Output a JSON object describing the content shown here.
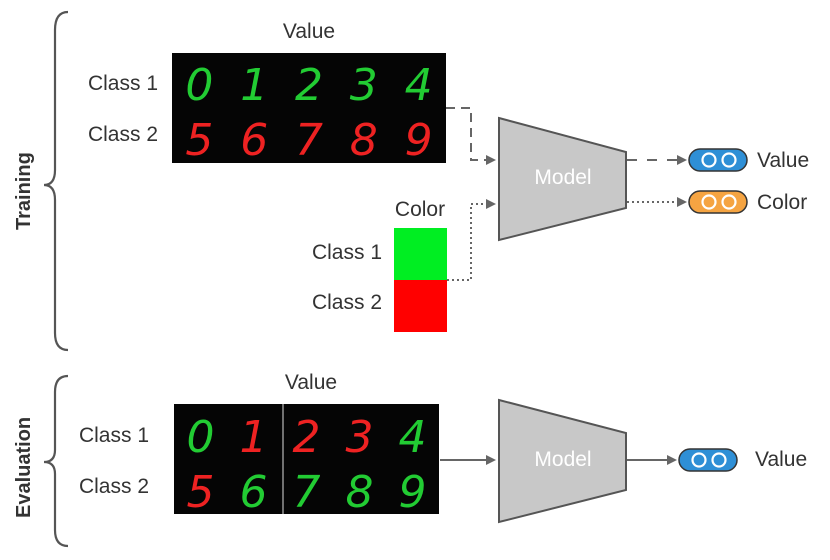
{
  "training": {
    "side_label": "Training",
    "value_header": "Value",
    "value_rows": [
      {
        "label": "Class 1",
        "digits": [
          "0",
          "1",
          "2",
          "3",
          "4"
        ],
        "colors": [
          "green",
          "green",
          "green",
          "green",
          "green"
        ]
      },
      {
        "label": "Class 2",
        "digits": [
          "5",
          "6",
          "7",
          "8",
          "9"
        ],
        "colors": [
          "red",
          "red",
          "red",
          "red",
          "red"
        ]
      }
    ],
    "color_header": "Color",
    "color_rows": [
      {
        "label": "Class 1",
        "color": "#00ee22"
      },
      {
        "label": "Class 2",
        "color": "#ff0000"
      }
    ],
    "model_label": "Model",
    "outputs": [
      {
        "label": "Value",
        "color": "#2e8fd6",
        "line": "dashed"
      },
      {
        "label": "Color",
        "color": "#f5a442",
        "line": "dotted"
      }
    ]
  },
  "evaluation": {
    "side_label": "Evaluation",
    "value_header": "Value",
    "value_rows": [
      {
        "label": "Class 1",
        "digits": [
          "0",
          "1",
          "2",
          "3",
          "4"
        ],
        "colors": [
          "green",
          "red",
          "red",
          "red",
          "green"
        ]
      },
      {
        "label": "Class 2",
        "digits": [
          "5",
          "6",
          "7",
          "8",
          "9"
        ],
        "colors": [
          "red",
          "green",
          "green",
          "green",
          "green"
        ]
      }
    ],
    "model_label": "Model",
    "outputs": [
      {
        "label": "Value",
        "color": "#2e8fd6",
        "line": "solid"
      }
    ]
  },
  "colors": {
    "digit_green": "#22cc33",
    "digit_red": "#ee2222",
    "model_fill": "#c8c8c8",
    "model_stroke": "#555555",
    "text": "#333333"
  }
}
